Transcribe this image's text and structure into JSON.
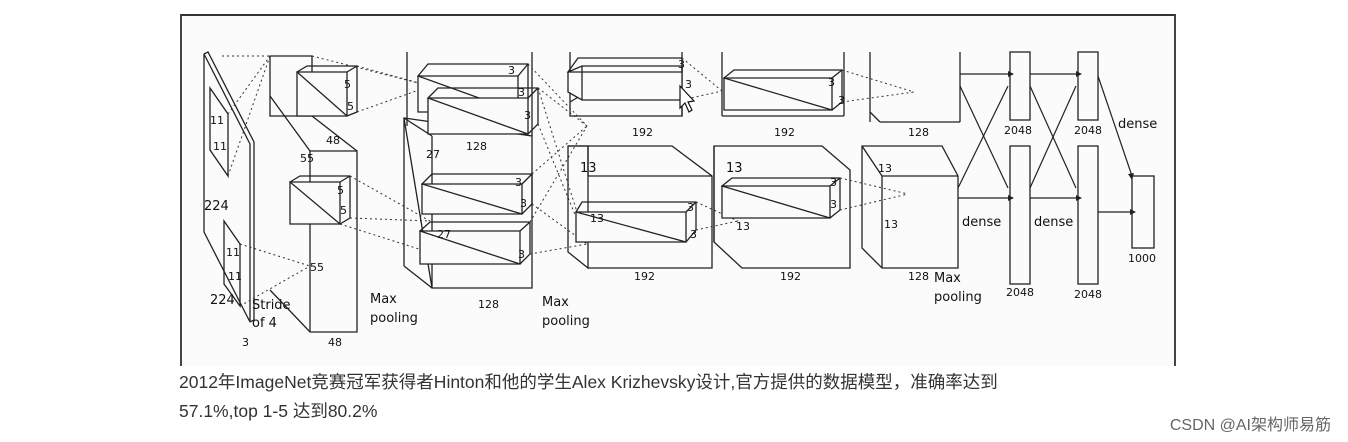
{
  "diagram": {
    "input": {
      "size": "224",
      "size_bottom": "224",
      "channels": "3",
      "kernel_top": "11",
      "kernel_side": "11",
      "kernel2_top": "11",
      "kernel2_side": "11",
      "stride_line1": "Stride",
      "stride_line2": "of 4"
    },
    "conv1": {
      "dim": "55",
      "dim_point": "55",
      "depth_top": "48",
      "depth_bottom": "48",
      "k_top_a": "5",
      "k_top_b": "5",
      "k_bot_a": "5",
      "k_bot_b": "5"
    },
    "pool1": {
      "line1": "Max",
      "line2": "pooling"
    },
    "conv2": {
      "dim": "27",
      "dim_inner": "27",
      "depth_top": "128",
      "depth_bottom": "128",
      "k": [
        "3",
        "3",
        "3",
        "3",
        "3",
        "3"
      ]
    },
    "pool2": {
      "line1": "Max",
      "line2": "pooling"
    },
    "conv3": {
      "dim": "13",
      "dim_inner": "13",
      "depth_top": "192",
      "depth_bottom": "192",
      "k": [
        "3",
        "3",
        "3",
        "3"
      ]
    },
    "conv4": {
      "dim": "13",
      "dim_inner": "13",
      "depth_top": "192",
      "depth_bottom": "192",
      "k": [
        "3",
        "3",
        "3",
        "3"
      ]
    },
    "conv5": {
      "dim": "13",
      "dim_inner": "13",
      "depth_top": "128",
      "depth_bottom": "128"
    },
    "pool3": {
      "line1": "Max",
      "line2": "pooling"
    },
    "fc": {
      "dense1": "dense",
      "dense2": "dense",
      "dense3": "dense",
      "fc6_top": "2048",
      "fc6_bottom": "2048",
      "fc7_top": "2048",
      "fc7_bottom": "2048",
      "output": "1000"
    }
  },
  "caption": {
    "line1": "2012年ImageNet竞赛冠军获得者Hinton和他的学生Alex Krizhevsky设计,官方提供的数据模型，准确率达到",
    "line2": "57.1%,top 1-5 达到80.2%"
  },
  "watermark": "CSDN @AI架构师易筋"
}
